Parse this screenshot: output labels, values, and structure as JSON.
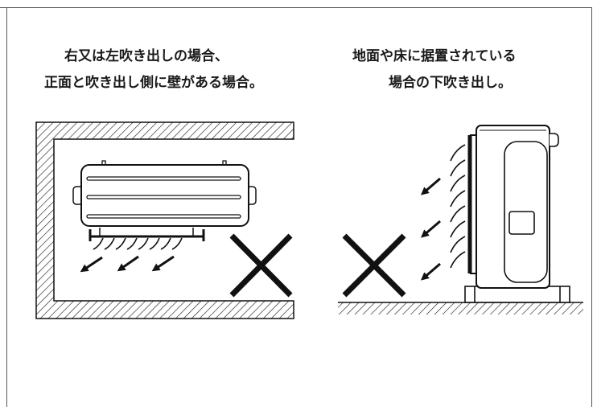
{
  "panels": {
    "left": {
      "caption_line1": "右又は左吹き出しの場合、",
      "caption_line2": "正面と吹き出し側に壁がある場合。"
    },
    "right": {
      "caption_line1": "地面や床に据置されている",
      "caption_line2": "場合の下吹き出し。"
    }
  },
  "mark_icon": "x-cross-prohibited-icon",
  "colors": {
    "ink": "#111111",
    "hatch": "#222222",
    "background": "#ffffff"
  }
}
